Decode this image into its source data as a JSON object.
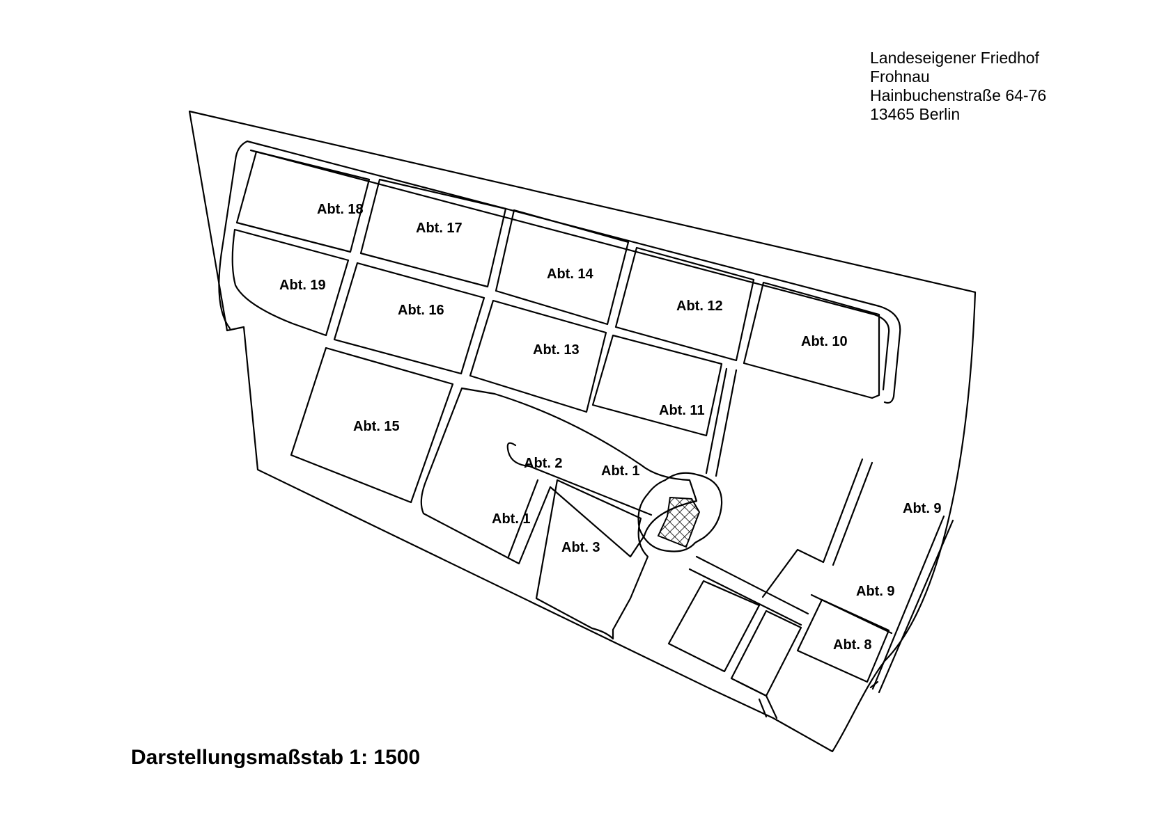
{
  "address": {
    "line1": "Landeseigener Friedhof",
    "line2": "Frohnau",
    "line3": "Hainbuchenstraße 64-76",
    "line4": "13465 Berlin"
  },
  "scale_text": "Darstellungsmaßstab 1: 1500",
  "sections": {
    "s18": "Abt. 18",
    "s17": "Abt. 17",
    "s14": "Abt. 14",
    "s12": "Abt. 12",
    "s10": "Abt. 10",
    "s19": "Abt. 19",
    "s16": "Abt. 16",
    "s13": "Abt. 13",
    "s11": "Abt. 11",
    "s15": "Abt. 15",
    "s2": "Abt. 2",
    "s1a": "Abt. 1",
    "s1b": "Abt. 1",
    "s3": "Abt. 3",
    "s9a": "Abt. 9",
    "s9b": "Abt. 9",
    "s8": "Abt. 8"
  }
}
